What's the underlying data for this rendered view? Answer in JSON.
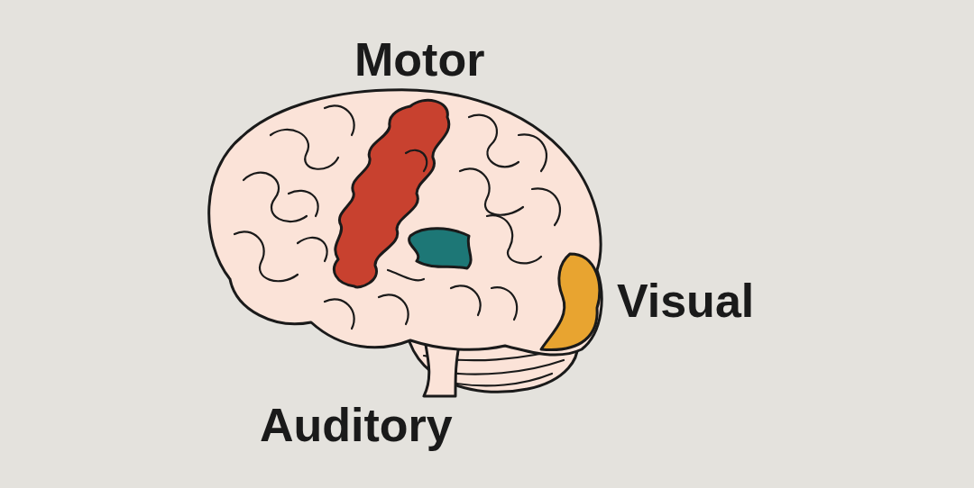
{
  "diagram": {
    "labels": [
      "Motor",
      "Visual",
      "Auditory"
    ]
  }
}
